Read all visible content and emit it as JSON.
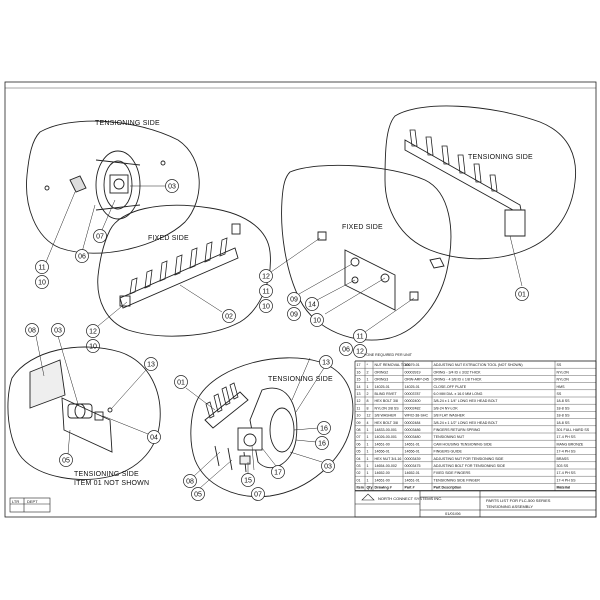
{
  "views": [
    {
      "key": "tl",
      "label": "TENSIONING SIDE"
    },
    {
      "key": "fixed",
      "label": "FIXED SIDE"
    },
    {
      "key": "tr",
      "label": "TENSIONING SIDE"
    },
    {
      "key": "fixed2",
      "label": "FIXED SIDE"
    },
    {
      "key": "br",
      "label": "TENSIONING SIDE"
    },
    {
      "key": "bl1",
      "label": "TENSIONING SIDE"
    },
    {
      "key": "bl2",
      "label": "ITEM 01 NOT SHOWN"
    }
  ],
  "balloons": {
    "tl": [
      "03",
      "11",
      "10",
      "06",
      "07"
    ],
    "fixed": [
      "12",
      "10",
      "02"
    ],
    "tr": [
      "01"
    ],
    "mid": [
      "12",
      "11",
      "10",
      "09",
      "14",
      "09",
      "10",
      "11",
      "12"
    ],
    "bl": [
      "08",
      "03",
      "13",
      "04",
      "05"
    ],
    "br": [
      "06",
      "13",
      "01",
      "08",
      "05",
      "16",
      "16",
      "17",
      "15",
      "07",
      "03"
    ]
  },
  "table_note": "* ONE REQUIRED PER UNIT",
  "parts_table": {
    "headers": [
      "Item",
      "Qty",
      "Drawing #",
      "Part #",
      "Part Description",
      "Material"
    ],
    "rows": [
      [
        "17",
        "*",
        "NUT REMOVAL TOOL",
        "16079-01",
        "ADJUSTING NUT EXTRACTION TOOL (NOT SHOWN)",
        "SS"
      ],
      [
        "16",
        "2",
        "ORING2",
        "00003919",
        "ORING - 3/4 ID x 3/32 THICK",
        "NYLON"
      ],
      [
        "15",
        "1",
        "ORING3",
        "ORW-ARP-245",
        "ORING - 4 3/8 ID x 1/8 THICK",
        "NYLON"
      ],
      [
        "14",
        "1",
        "14025-01",
        "14025-01",
        "CLOSE-OFF PLATE",
        "HMS"
      ],
      [
        "13",
        "2",
        "BLIND RIVET",
        "00003787",
        "6.0 MM DIA. x 16.0 MM LONG",
        "SS"
      ],
      [
        "12",
        "8",
        "HEX BOLT 3/8",
        "00002400",
        "3/8-24 x 1 1/4\" LONG HEX HEAD BOLT",
        "18-8 SS"
      ],
      [
        "11",
        "8",
        "NYLON 3/8 SS",
        "00002482",
        "3/8-24 NY-LOK",
        "18-8 SS"
      ],
      [
        "10",
        "12",
        "3/8 WASHER",
        "WF02-38-SHC",
        "3/8 FLAT WASHER",
        "18-8 SS"
      ],
      [
        "09",
        "4",
        "HEX BOLT 3/8",
        "00002484",
        "3/8-24 x 1 1/2\" LONG HEX HEAD BOLT",
        "18-8 SS"
      ],
      [
        "08",
        "1",
        "14833-00-001",
        "00003486",
        "FINGERS RETURN SPRING",
        "301 FULL HARD SS"
      ],
      [
        "07",
        "1",
        "14026-00-001",
        "00003480",
        "TENSIONING NUT",
        "17-4 PH SS"
      ],
      [
        "06",
        "1",
        "14651-00",
        "14651-01",
        "CAM HOUSING TENSIONING SIDE",
        "MANG BRONZE"
      ],
      [
        "05",
        "1",
        "14656-01",
        "14656-01",
        "FINGERS GUIDE",
        "17-4 PH SS"
      ],
      [
        "04",
        "1",
        "HEX NUT 3/4-16",
        "00003439",
        "ADJUSTING NUT FOR TENSIONING SIDE",
        "BRASS"
      ],
      [
        "03",
        "1",
        "14654-00-002",
        "00003475",
        "ADJUSTING BOLT FOR TENSIONING SIDE",
        "303 SS"
      ],
      [
        "02",
        "1",
        "14652-00",
        "14652-01",
        "FIXED SIDE FINGERS",
        "17-4 PH SS"
      ],
      [
        "01",
        "1",
        "14651-00",
        "14651-01",
        "TENSIONING SIDE FINGER",
        "17-4 PH SS"
      ]
    ]
  },
  "title_block": {
    "title_line1": "PARTS LIST FOR FLC-500 SERIES",
    "title_line2": "TENSIONING ASSEMBLY",
    "company": "NORTH CONNECT SYSTEMS INC.",
    "date": "01/01/06"
  },
  "revision_block": {
    "col1": "LTR",
    "col2": "DEPT"
  }
}
